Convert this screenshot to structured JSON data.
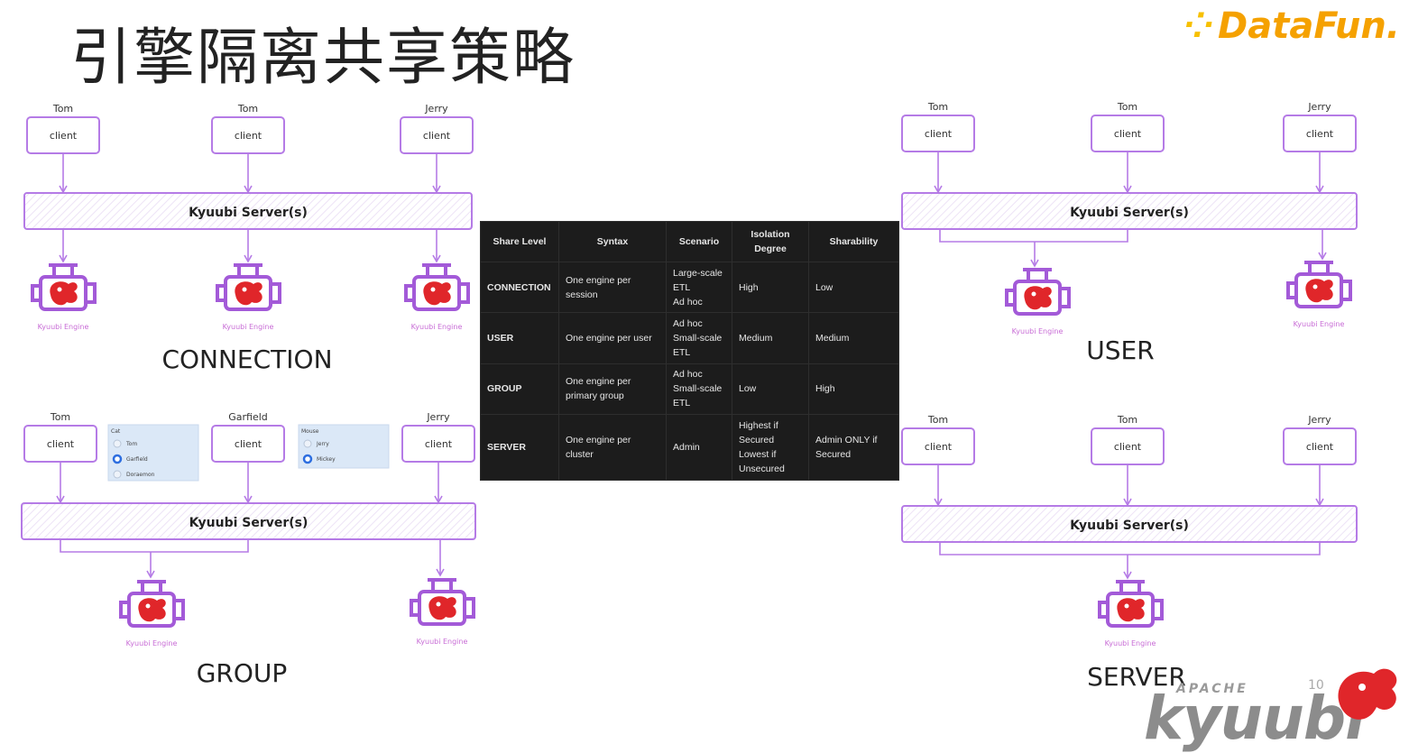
{
  "slide": {
    "title": "引擎隔离共享策略",
    "brand": "DataFun.",
    "page_number": "10",
    "logo_apache": "APACHE",
    "logo_word": "kyuubi"
  },
  "labels": {
    "client": "client",
    "server": "Kyuubi Server(s)",
    "engine": "Kyuubi Engine"
  },
  "diagrams": {
    "connection": {
      "level": "CONNECTION",
      "users": [
        "Tom",
        "Tom",
        "Jerry"
      ]
    },
    "user": {
      "level": "USER",
      "users": [
        "Tom",
        "Tom",
        "Jerry"
      ]
    },
    "group": {
      "level": "GROUP",
      "users": [
        "Tom",
        "Garfield",
        "Jerry"
      ],
      "popup_cat": {
        "title": "Cat",
        "options": [
          "Tom",
          "Garfield",
          "Doraemon"
        ],
        "selected": "Garfield"
      },
      "popup_mouse": {
        "title": "Mouse",
        "options": [
          "Jerry",
          "Mickey"
        ],
        "selected": "Mickey"
      }
    },
    "server": {
      "level": "SERVER",
      "users": [
        "Tom",
        "Tom",
        "Jerry"
      ]
    }
  },
  "table": {
    "headers": [
      "Share Level",
      "Syntax",
      "Scenario",
      "Isolation Degree",
      "Sharability"
    ],
    "rows": [
      [
        "CONNECTION",
        "One engine per session",
        "Large-scale ETL\nAd hoc",
        "High",
        "Low"
      ],
      [
        "USER",
        "One engine per user",
        "Ad hoc\nSmall-scale ETL",
        "Medium",
        "Medium"
      ],
      [
        "GROUP",
        "One engine per primary group",
        "Ad hoc\nSmall-scale ETL",
        "Low",
        "High"
      ],
      [
        "SERVER",
        "One engine per cluster",
        "Admin",
        "Highest if Secured\nLowest if Unsecured",
        "Admin ONLY if Secured"
      ]
    ]
  },
  "colors": {
    "accent_purple": "#b57be6",
    "engine_red": "#e0262a",
    "table_bg": "#1c1c1c",
    "brand_orange": "#f5a100"
  }
}
